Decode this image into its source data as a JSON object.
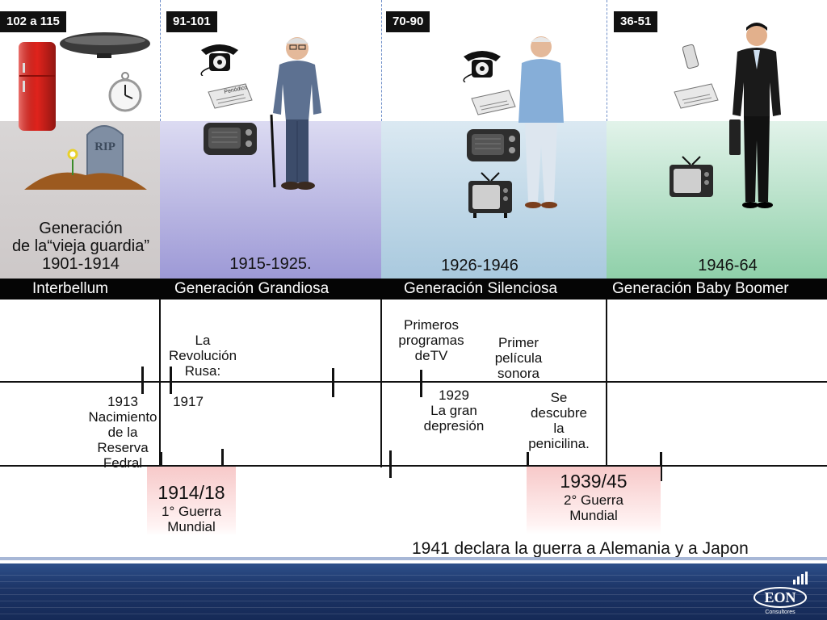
{
  "generations": [
    {
      "age_range": "102  a 115",
      "name_line1": "Generación",
      "name_line2": "de la“vieja guardia”",
      "years": "1901-1914",
      "label": "Interbellum"
    },
    {
      "age_range": "91-101",
      "years": "1915-1925.",
      "label": "Generación Grandiosa"
    },
    {
      "age_range": "70-90",
      "years": "1926-1946",
      "label": "Generación  Silenciosa"
    },
    {
      "age_range": "36-51",
      "years": "1946-64",
      "label": "Generación Baby Boomer"
    }
  ],
  "events_upper": [
    {
      "text": "La\nRevolución\nRusa:"
    },
    {
      "text": "1913\nNacimiento\nde la\nReserva\nFedral"
    },
    {
      "text": "1917"
    },
    {
      "text": "Primeros\nprogramas\ndeTV"
    },
    {
      "text": "1929\nLa gran\ndepresión"
    },
    {
      "text": "Primer\npelícula\nsonora"
    },
    {
      "text": "Se\ndescubre\nla\npenicilina."
    }
  ],
  "wars": [
    {
      "years": "1914/18",
      "name": "1° Guerra\nMundial"
    },
    {
      "years": "1939/45",
      "name": "2° Guerra\nMundial"
    }
  ],
  "note": "1941 declara la guerra a Alemania y a Japon",
  "icons": {
    "grave_text": "RIP",
    "newspaper_text": "Periódico"
  },
  "logo": {
    "text": "EON",
    "subtext": "Consultores"
  }
}
